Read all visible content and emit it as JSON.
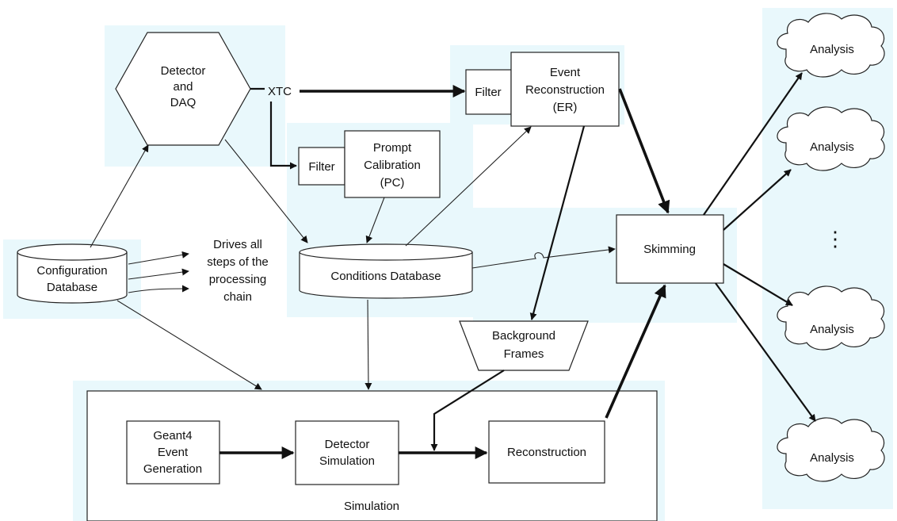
{
  "nodes": {
    "detector": [
      "Detector",
      "and",
      "DAQ"
    ],
    "xtc": "XTC",
    "filter_er": "Filter",
    "event_reco": [
      "Event",
      "Reconstruction",
      "(ER)"
    ],
    "filter_pc": "Filter",
    "prompt_cal": [
      "Prompt",
      "Calibration",
      "(PC)"
    ],
    "config_db": [
      "Configuration",
      "Database"
    ],
    "drives_note": [
      "Drives all",
      "steps of the",
      "processing",
      "chain"
    ],
    "conditions_db": "Conditions Database",
    "skimming": "Skimming",
    "background_frames": [
      "Background",
      "Frames"
    ],
    "geant4": [
      "Geant4",
      "Event",
      "Generation"
    ],
    "detector_sim": [
      "Detector",
      "Simulation"
    ],
    "reconstruction": "Reconstruction",
    "simulation_label": "Simulation",
    "analysis": [
      "Analysis",
      "Analysis",
      "Analysis",
      "Analysis"
    ],
    "ellipsis": "⋮"
  },
  "colors": {
    "background_panel": "#e9f8fc",
    "stroke": "#222222"
  }
}
